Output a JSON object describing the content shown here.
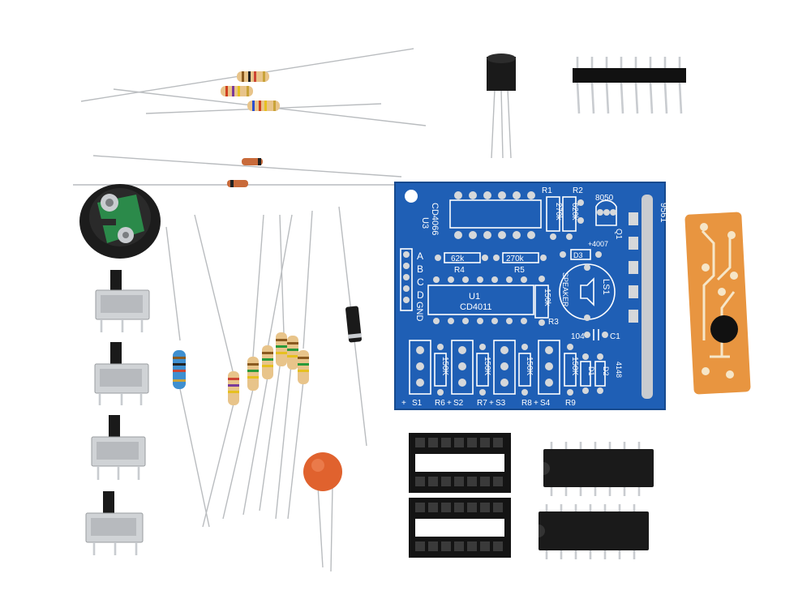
{
  "pcb": {
    "chip_u3": "CD4066",
    "chip_u3_ref": "U3",
    "chip_u1": "CD4011",
    "chip_u1_ref": "U1",
    "r1": "R1",
    "r2": "R2",
    "r1_value": "270k",
    "r2_value": "620k",
    "transistor": "8050",
    "q1": "Q1",
    "r4": "R4",
    "r5": "R5",
    "r3": "R3",
    "r4_value": "62k",
    "r5_value": "270k",
    "r3_value": "150k",
    "d3": "D3",
    "d3_value": "4007",
    "ls1": "LS1",
    "speaker": "SPEAKER",
    "cap_value": "104",
    "c1": "C1",
    "ic_code": "9561",
    "inputs": [
      "A",
      "B",
      "C",
      "D",
      "GND"
    ],
    "switches": [
      "S1",
      "S2",
      "S3",
      "S4"
    ],
    "switch_resistors": [
      "R6",
      "R7",
      "R8",
      "R9"
    ],
    "switch_resistor_value": "150K",
    "d1": "D1",
    "d2": "D2",
    "diode_value": "4148",
    "plus_sign": "+"
  },
  "colors": {
    "pcb_blue": "#1f5fb5",
    "silk": "#ffffff",
    "module_orange": "#e89540",
    "ceramic_cap": "#e0622e",
    "chip_black": "#1a1a1a"
  }
}
